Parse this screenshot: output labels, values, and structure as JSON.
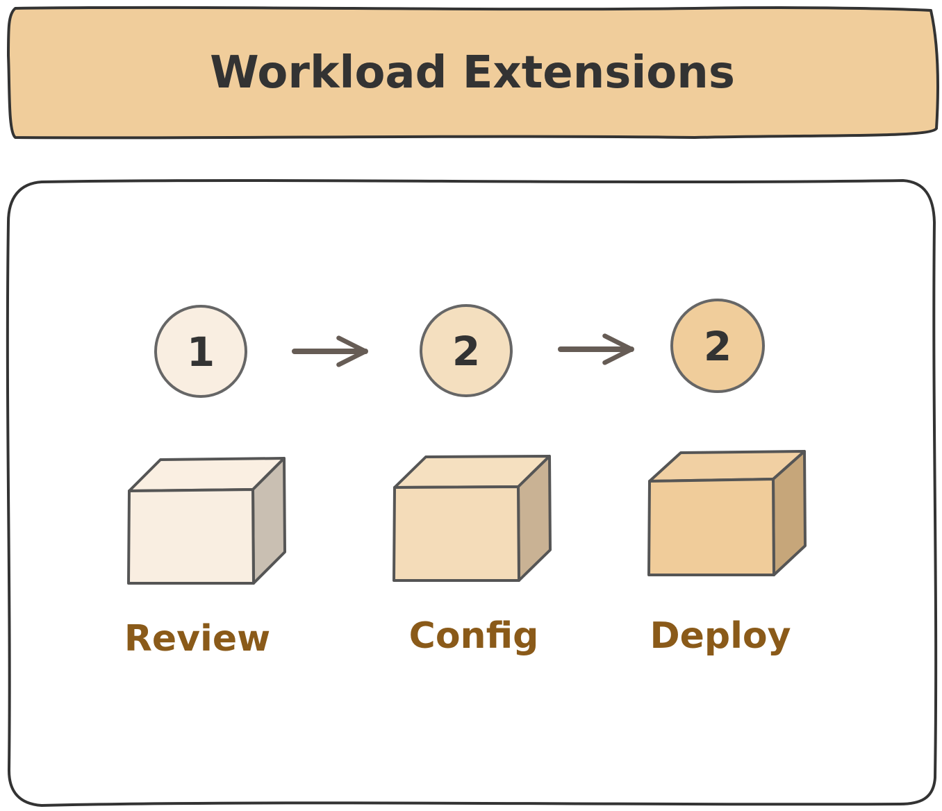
{
  "title": "Workload Extensions",
  "colors": {
    "banner_fill": "#f0cd9b",
    "outline": "#333333",
    "arrow": "#665c55",
    "label_text": "#8a5a19"
  },
  "steps": [
    {
      "number": "1",
      "label": "Review",
      "circle_fill": "#f9eee1",
      "box_front": "#f9eee1",
      "box_top": "#faefe2",
      "box_side": "#c9bfb2"
    },
    {
      "number": "2",
      "label": "Config",
      "circle_fill": "#f4dfbf",
      "box_front": "#f4dcb9",
      "box_top": "#f5e0c0",
      "box_side": "#c9b294"
    },
    {
      "number": "2",
      "label": "Deploy",
      "circle_fill": "#f0cd9b",
      "box_front": "#f0cc9a",
      "box_top": "#f1d0a3",
      "box_side": "#c6a67a"
    }
  ]
}
